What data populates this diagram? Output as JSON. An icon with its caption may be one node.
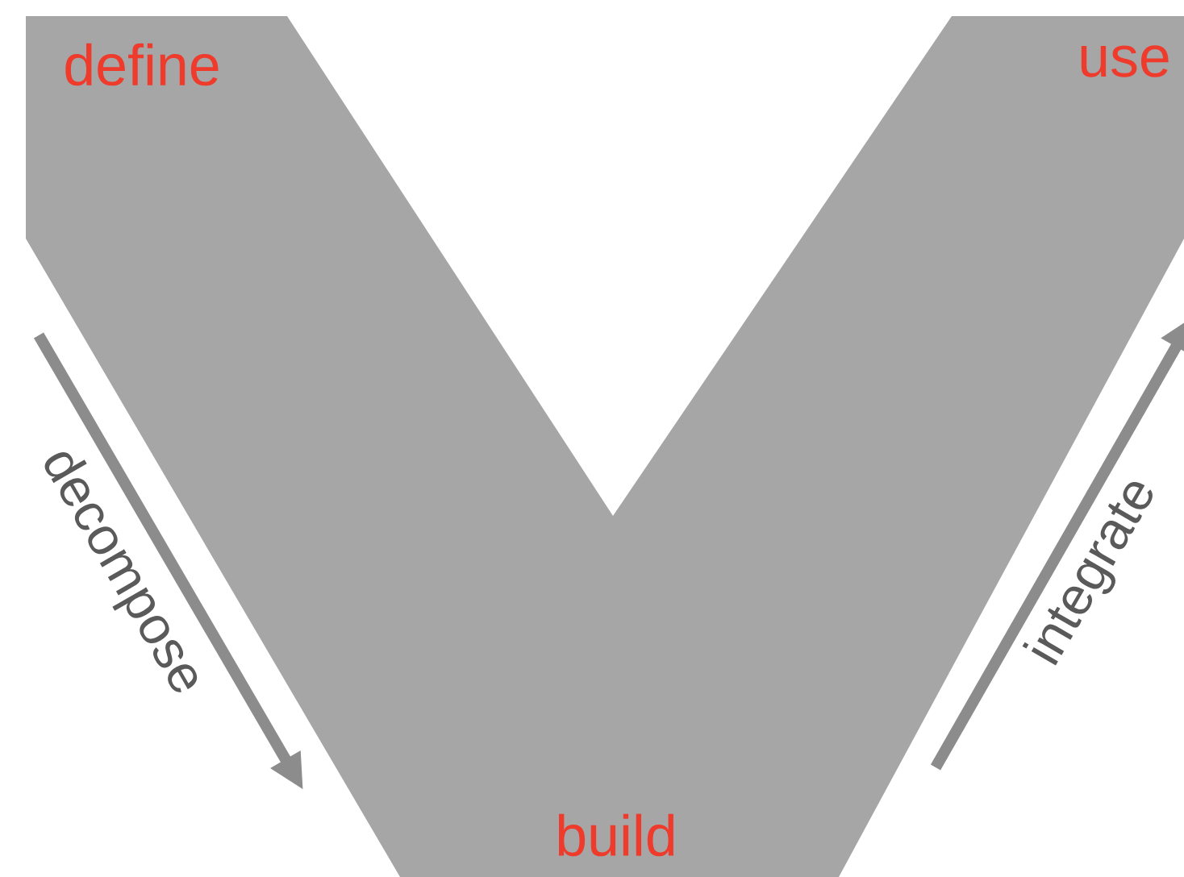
{
  "diagram": {
    "labels": [
      "define",
      "use",
      "decompose",
      "integrate",
      "build"
    ]
  }
}
